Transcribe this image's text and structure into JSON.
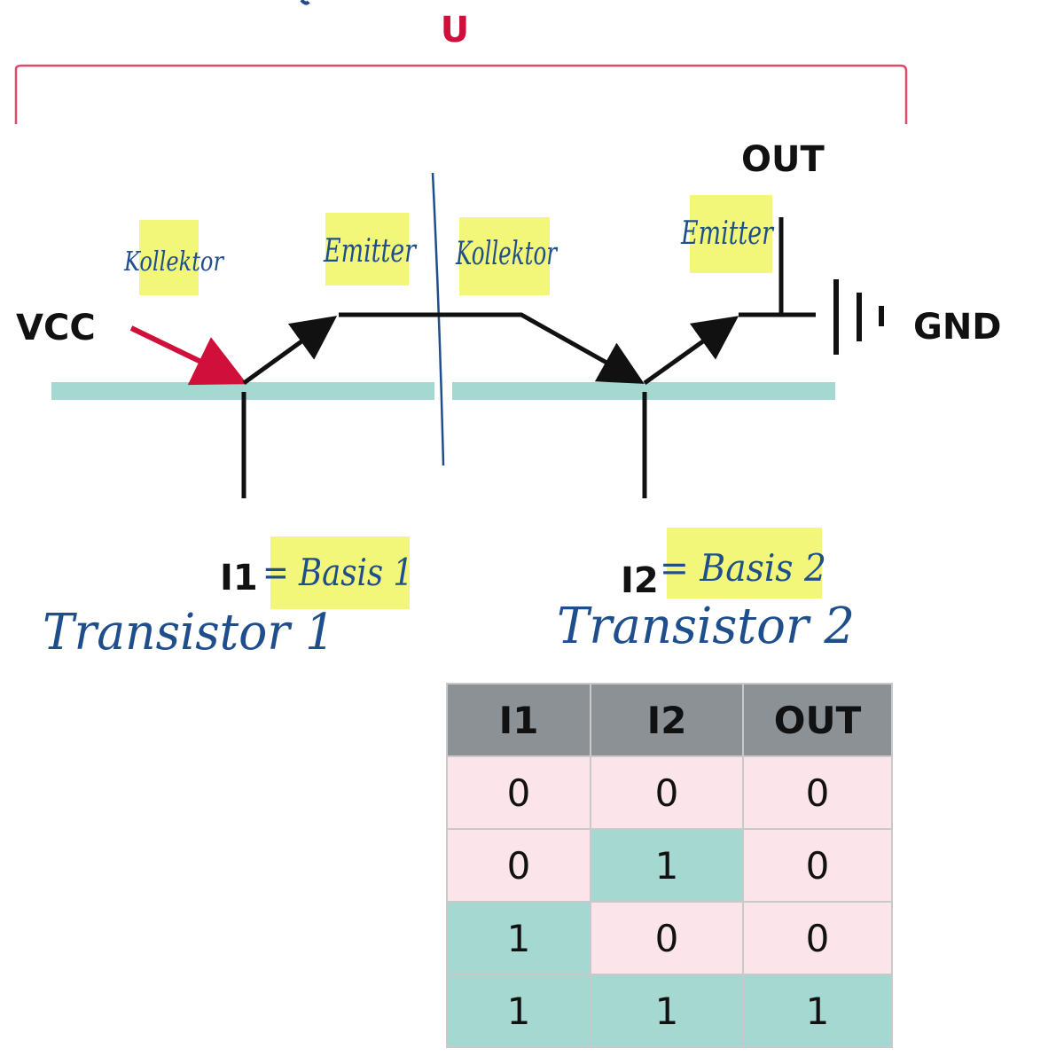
{
  "labels": {
    "top": "U",
    "vcc": "VCC",
    "out": "OUT",
    "gnd": "GND",
    "i1": "I1",
    "i2": "I2"
  },
  "handwriting": {
    "kollektor_1": "Kollektor",
    "emitter_1": "Emitter",
    "kollektor_2": "Kollektor",
    "emitter_2": "Emitter",
    "basis_1": "= Basis 1",
    "basis_2": "= Basis 2",
    "transistor_1": "Transistor 1",
    "transistor_2": "Transistor 2"
  },
  "colors": {
    "accent_red": "#d0103a",
    "handwriting_blue": "#1f4e8c",
    "highlight_yellow": "#f2f77a",
    "base_teal": "#a6d8d2",
    "cell_pink": "#fbe5ea",
    "header_gray": "#8c9196"
  },
  "table": {
    "headers": [
      "I1",
      "I2",
      "OUT"
    ],
    "rows": [
      [
        "0",
        "0",
        "0"
      ],
      [
        "0",
        "1",
        "0"
      ],
      [
        "1",
        "0",
        "0"
      ],
      [
        "1",
        "1",
        "1"
      ]
    ]
  }
}
